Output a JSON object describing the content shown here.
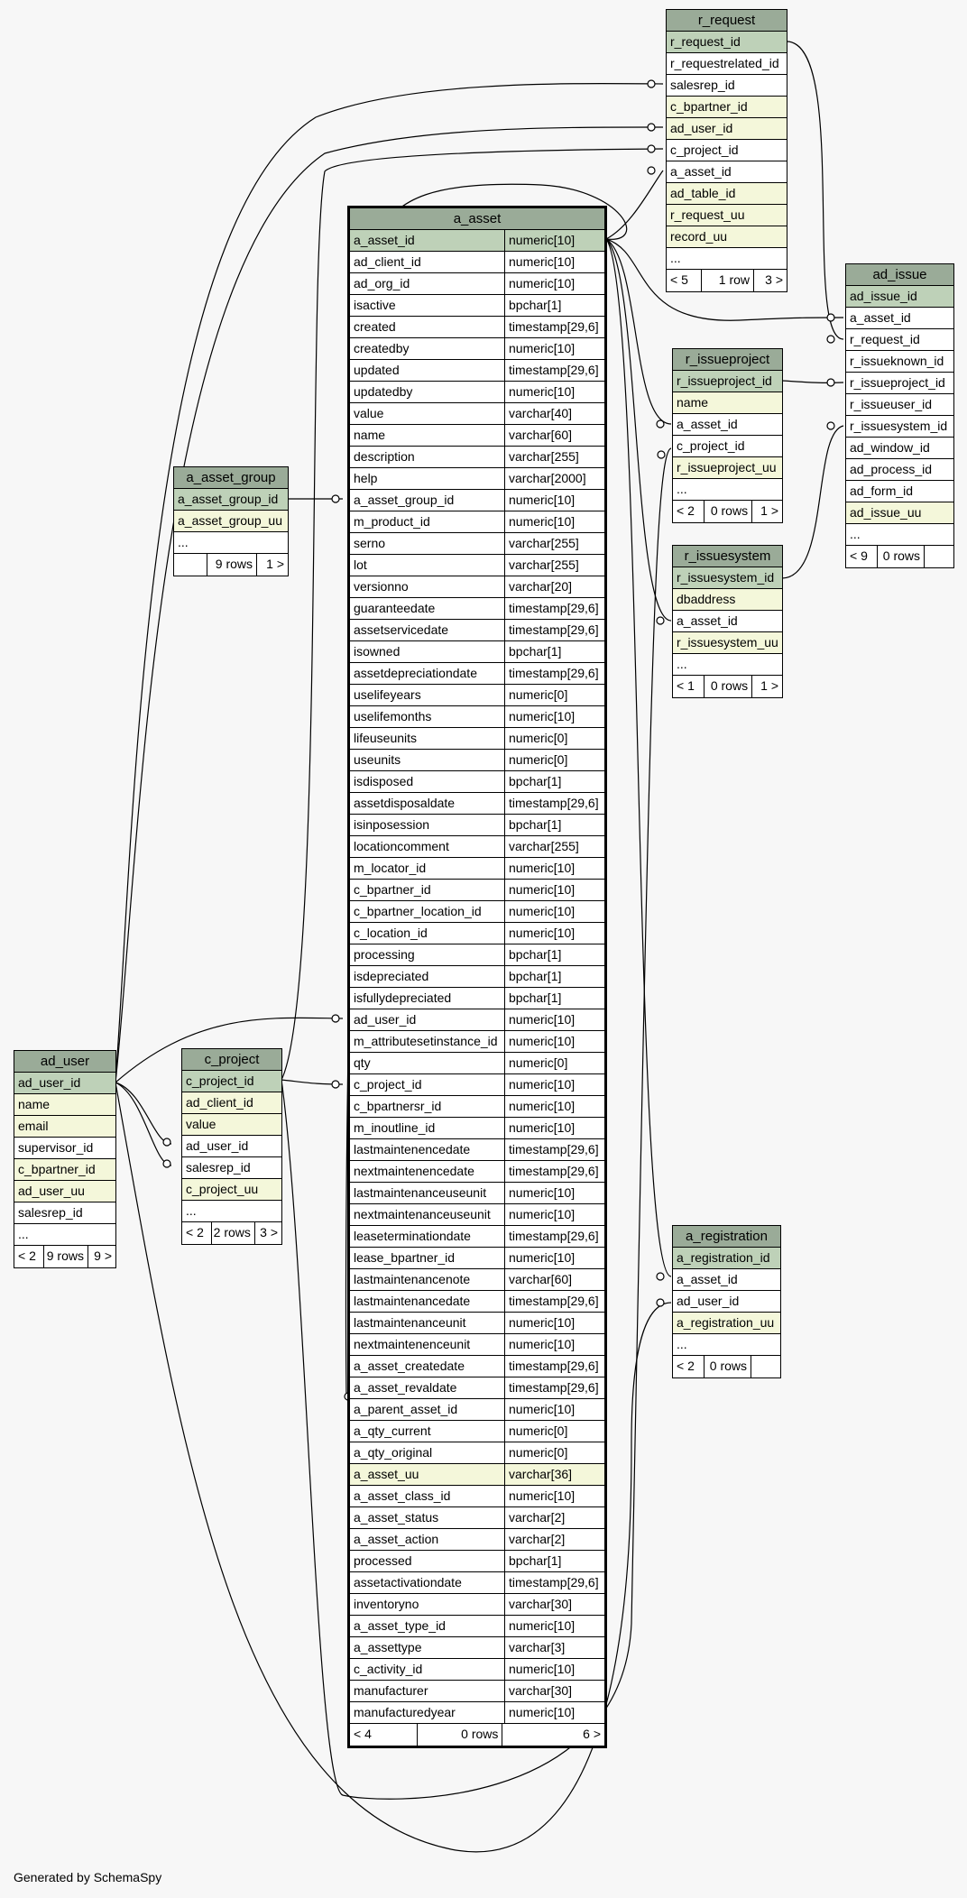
{
  "footer": "Generated by SchemaSpy",
  "tables": [
    {
      "id": "r_request",
      "title": "r_request",
      "rows": [
        {
          "n": "r_request_id",
          "k": "pk"
        },
        {
          "n": "r_requestrelated_id",
          "k": "plain"
        },
        {
          "n": "salesrep_id",
          "k": "plain"
        },
        {
          "n": "c_bpartner_id",
          "k": "uq"
        },
        {
          "n": "ad_user_id",
          "k": "uq"
        },
        {
          "n": "c_project_id",
          "k": "plain"
        },
        {
          "n": "a_asset_id",
          "k": "plain"
        },
        {
          "n": "ad_table_id",
          "k": "uq"
        },
        {
          "n": "r_request_uu",
          "k": "uq"
        },
        {
          "n": "record_uu",
          "k": "uq"
        },
        {
          "n": "...",
          "k": "more"
        }
      ],
      "foot": [
        "< 5",
        "1 row",
        "3 >"
      ]
    },
    {
      "id": "ad_issue",
      "title": "ad_issue",
      "rows": [
        {
          "n": "ad_issue_id",
          "k": "pk"
        },
        {
          "n": "a_asset_id",
          "k": "plain"
        },
        {
          "n": "r_request_id",
          "k": "plain"
        },
        {
          "n": "r_issueknown_id",
          "k": "plain"
        },
        {
          "n": "r_issueproject_id",
          "k": "plain"
        },
        {
          "n": "r_issueuser_id",
          "k": "plain"
        },
        {
          "n": "r_issuesystem_id",
          "k": "plain"
        },
        {
          "n": "ad_window_id",
          "k": "plain"
        },
        {
          "n": "ad_process_id",
          "k": "plain"
        },
        {
          "n": "ad_form_id",
          "k": "plain"
        },
        {
          "n": "ad_issue_uu",
          "k": "uq"
        },
        {
          "n": "...",
          "k": "more"
        }
      ],
      "foot": [
        "< 9",
        "0 rows",
        ""
      ]
    },
    {
      "id": "r_issueproject",
      "title": "r_issueproject",
      "rows": [
        {
          "n": "r_issueproject_id",
          "k": "pk"
        },
        {
          "n": "name",
          "k": "uq"
        },
        {
          "n": "a_asset_id",
          "k": "plain"
        },
        {
          "n": "c_project_id",
          "k": "plain"
        },
        {
          "n": "r_issueproject_uu",
          "k": "uq"
        },
        {
          "n": "...",
          "k": "more"
        }
      ],
      "foot": [
        "< 2",
        "0 rows",
        "1 >"
      ]
    },
    {
      "id": "r_issuesystem",
      "title": "r_issuesystem",
      "rows": [
        {
          "n": "r_issuesystem_id",
          "k": "pk"
        },
        {
          "n": "dbaddress",
          "k": "uq"
        },
        {
          "n": "a_asset_id",
          "k": "plain"
        },
        {
          "n": "r_issuesystem_uu",
          "k": "uq"
        },
        {
          "n": "...",
          "k": "more"
        }
      ],
      "foot": [
        "< 1",
        "0 rows",
        "1 >"
      ]
    },
    {
      "id": "a_registration",
      "title": "a_registration",
      "rows": [
        {
          "n": "a_registration_id",
          "k": "pk"
        },
        {
          "n": "a_asset_id",
          "k": "plain"
        },
        {
          "n": "ad_user_id",
          "k": "plain"
        },
        {
          "n": "a_registration_uu",
          "k": "uq"
        },
        {
          "n": "...",
          "k": "more"
        }
      ],
      "foot": [
        "< 2",
        "0 rows",
        ""
      ]
    },
    {
      "id": "a_asset_group",
      "title": "a_asset_group",
      "rows": [
        {
          "n": "a_asset_group_id",
          "k": "pk"
        },
        {
          "n": "a_asset_group_uu",
          "k": "uq"
        },
        {
          "n": "...",
          "k": "more"
        }
      ],
      "foot": [
        "",
        "9 rows",
        "1 >"
      ]
    },
    {
      "id": "ad_user",
      "title": "ad_user",
      "rows": [
        {
          "n": "ad_user_id",
          "k": "pk"
        },
        {
          "n": "name",
          "k": "uq"
        },
        {
          "n": "email",
          "k": "uq"
        },
        {
          "n": "supervisor_id",
          "k": "plain"
        },
        {
          "n": "c_bpartner_id",
          "k": "uq"
        },
        {
          "n": "ad_user_uu",
          "k": "uq"
        },
        {
          "n": "salesrep_id",
          "k": "plain"
        },
        {
          "n": "...",
          "k": "more"
        }
      ],
      "foot": [
        "< 2",
        "9 rows",
        "9 >"
      ]
    },
    {
      "id": "c_project",
      "title": "c_project",
      "rows": [
        {
          "n": "c_project_id",
          "k": "pk"
        },
        {
          "n": "ad_client_id",
          "k": "uq"
        },
        {
          "n": "value",
          "k": "uq"
        },
        {
          "n": "ad_user_id",
          "k": "plain"
        },
        {
          "n": "salesrep_id",
          "k": "plain"
        },
        {
          "n": "c_project_uu",
          "k": "uq"
        },
        {
          "n": "...",
          "k": "more"
        }
      ],
      "foot": [
        "< 2",
        "2 rows",
        "3 >"
      ]
    },
    {
      "id": "a_asset",
      "title": "a_asset",
      "main": true,
      "rows": [
        {
          "n": "a_asset_id",
          "t": "numeric[10]",
          "k": "pk"
        },
        {
          "n": "ad_client_id",
          "t": "numeric[10]",
          "k": "plain"
        },
        {
          "n": "ad_org_id",
          "t": "numeric[10]",
          "k": "plain"
        },
        {
          "n": "isactive",
          "t": "bpchar[1]",
          "k": "plain"
        },
        {
          "n": "created",
          "t": "timestamp[29,6]",
          "k": "plain"
        },
        {
          "n": "createdby",
          "t": "numeric[10]",
          "k": "plain"
        },
        {
          "n": "updated",
          "t": "timestamp[29,6]",
          "k": "plain"
        },
        {
          "n": "updatedby",
          "t": "numeric[10]",
          "k": "plain"
        },
        {
          "n": "value",
          "t": "varchar[40]",
          "k": "plain"
        },
        {
          "n": "name",
          "t": "varchar[60]",
          "k": "plain"
        },
        {
          "n": "description",
          "t": "varchar[255]",
          "k": "plain"
        },
        {
          "n": "help",
          "t": "varchar[2000]",
          "k": "plain"
        },
        {
          "n": "a_asset_group_id",
          "t": "numeric[10]",
          "k": "plain"
        },
        {
          "n": "m_product_id",
          "t": "numeric[10]",
          "k": "plain"
        },
        {
          "n": "serno",
          "t": "varchar[255]",
          "k": "plain"
        },
        {
          "n": "lot",
          "t": "varchar[255]",
          "k": "plain"
        },
        {
          "n": "versionno",
          "t": "varchar[20]",
          "k": "plain"
        },
        {
          "n": "guaranteedate",
          "t": "timestamp[29,6]",
          "k": "plain"
        },
        {
          "n": "assetservicedate",
          "t": "timestamp[29,6]",
          "k": "plain"
        },
        {
          "n": "isowned",
          "t": "bpchar[1]",
          "k": "plain"
        },
        {
          "n": "assetdepreciationdate",
          "t": "timestamp[29,6]",
          "k": "plain"
        },
        {
          "n": "uselifeyears",
          "t": "numeric[0]",
          "k": "plain"
        },
        {
          "n": "uselifemonths",
          "t": "numeric[10]",
          "k": "plain"
        },
        {
          "n": "lifeuseunits",
          "t": "numeric[0]",
          "k": "plain"
        },
        {
          "n": "useunits",
          "t": "numeric[0]",
          "k": "plain"
        },
        {
          "n": "isdisposed",
          "t": "bpchar[1]",
          "k": "plain"
        },
        {
          "n": "assetdisposaldate",
          "t": "timestamp[29,6]",
          "k": "plain"
        },
        {
          "n": "isinposession",
          "t": "bpchar[1]",
          "k": "plain"
        },
        {
          "n": "locationcomment",
          "t": "varchar[255]",
          "k": "plain"
        },
        {
          "n": "m_locator_id",
          "t": "numeric[10]",
          "k": "plain"
        },
        {
          "n": "c_bpartner_id",
          "t": "numeric[10]",
          "k": "plain"
        },
        {
          "n": "c_bpartner_location_id",
          "t": "numeric[10]",
          "k": "plain"
        },
        {
          "n": "c_location_id",
          "t": "numeric[10]",
          "k": "plain"
        },
        {
          "n": "processing",
          "t": "bpchar[1]",
          "k": "plain"
        },
        {
          "n": "isdepreciated",
          "t": "bpchar[1]",
          "k": "plain"
        },
        {
          "n": "isfullydepreciated",
          "t": "bpchar[1]",
          "k": "plain"
        },
        {
          "n": "ad_user_id",
          "t": "numeric[10]",
          "k": "plain"
        },
        {
          "n": "m_attributesetinstance_id",
          "t": "numeric[10]",
          "k": "plain"
        },
        {
          "n": "qty",
          "t": "numeric[0]",
          "k": "plain"
        },
        {
          "n": "c_project_id",
          "t": "numeric[10]",
          "k": "plain"
        },
        {
          "n": "c_bpartnersr_id",
          "t": "numeric[10]",
          "k": "plain"
        },
        {
          "n": "m_inoutline_id",
          "t": "numeric[10]",
          "k": "plain"
        },
        {
          "n": "lastmaintenencedate",
          "t": "timestamp[29,6]",
          "k": "plain"
        },
        {
          "n": "nextmaintenencedate",
          "t": "timestamp[29,6]",
          "k": "plain"
        },
        {
          "n": "lastmaintenanceuseunit",
          "t": "numeric[10]",
          "k": "plain"
        },
        {
          "n": "nextmaintenanceuseunit",
          "t": "numeric[10]",
          "k": "plain"
        },
        {
          "n": "leaseterminationdate",
          "t": "timestamp[29,6]",
          "k": "plain"
        },
        {
          "n": "lease_bpartner_id",
          "t": "numeric[10]",
          "k": "plain"
        },
        {
          "n": "lastmaintenancenote",
          "t": "varchar[60]",
          "k": "plain"
        },
        {
          "n": "lastmaintenancedate",
          "t": "timestamp[29,6]",
          "k": "plain"
        },
        {
          "n": "lastmaintenanceunit",
          "t": "numeric[10]",
          "k": "plain"
        },
        {
          "n": "nextmaintenenceunit",
          "t": "numeric[10]",
          "k": "plain"
        },
        {
          "n": "a_asset_createdate",
          "t": "timestamp[29,6]",
          "k": "plain"
        },
        {
          "n": "a_asset_revaldate",
          "t": "timestamp[29,6]",
          "k": "plain"
        },
        {
          "n": "a_parent_asset_id",
          "t": "numeric[10]",
          "k": "plain"
        },
        {
          "n": "a_qty_current",
          "t": "numeric[0]",
          "k": "plain"
        },
        {
          "n": "a_qty_original",
          "t": "numeric[0]",
          "k": "plain"
        },
        {
          "n": "a_asset_uu",
          "t": "varchar[36]",
          "k": "uq"
        },
        {
          "n": "a_asset_class_id",
          "t": "numeric[10]",
          "k": "plain"
        },
        {
          "n": "a_asset_status",
          "t": "varchar[2]",
          "k": "plain"
        },
        {
          "n": "a_asset_action",
          "t": "varchar[2]",
          "k": "plain"
        },
        {
          "n": "processed",
          "t": "bpchar[1]",
          "k": "plain"
        },
        {
          "n": "assetactivationdate",
          "t": "timestamp[29,6]",
          "k": "plain"
        },
        {
          "n": "inventoryno",
          "t": "varchar[30]",
          "k": "plain"
        },
        {
          "n": "a_asset_type_id",
          "t": "numeric[10]",
          "k": "plain"
        },
        {
          "n": "a_assettype",
          "t": "varchar[3]",
          "k": "plain"
        },
        {
          "n": "c_activity_id",
          "t": "numeric[10]",
          "k": "plain"
        },
        {
          "n": "manufacturer",
          "t": "varchar[30]",
          "k": "plain"
        },
        {
          "n": "manufacturedyear",
          "t": "numeric[10]",
          "k": "plain"
        }
      ],
      "foot": [
        "< 4",
        "0 rows",
        "6 >"
      ]
    }
  ]
}
